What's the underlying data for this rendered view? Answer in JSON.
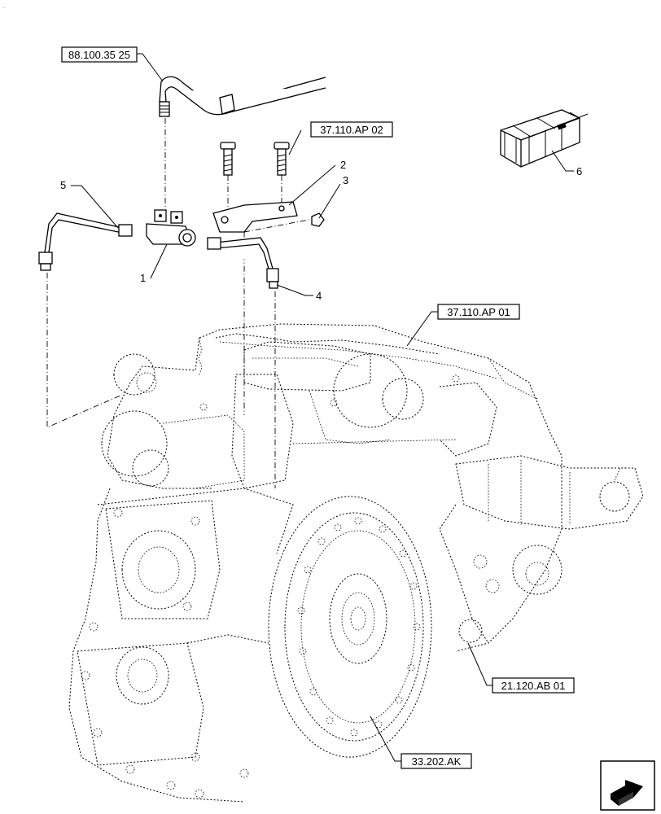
{
  "references": {
    "top_left": "88.100.35 25",
    "bracket_bolts": "37.110.AP 02",
    "transmission_housing": "37.110.AP 01",
    "right_side": "21.120.AB 01",
    "bottom": "33.202.AK"
  },
  "callouts": {
    "n1": "1",
    "n2": "2",
    "n3": "3",
    "n4": "4",
    "n5": "5",
    "n6": "6"
  }
}
